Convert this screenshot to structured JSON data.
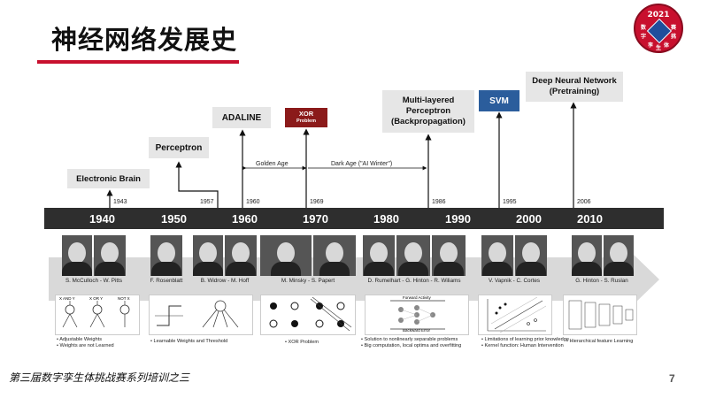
{
  "title": "神经网络发展史",
  "logo": {
    "year": "2021",
    "chars": [
      "数",
      "字",
      "孪",
      "生",
      "体",
      "挑",
      "赛"
    ]
  },
  "milestones": [
    {
      "label": "Electronic Brain",
      "year": "1943"
    },
    {
      "label": "Perceptron",
      "year": "1957"
    },
    {
      "label": "ADALINE",
      "year": "1960"
    },
    {
      "label_line1": "XOR",
      "label_line2": "Problem",
      "year": "1969"
    },
    {
      "label_line1": "Multi-layered",
      "label_line2": "Perceptron",
      "label_line3": "(Backpropagation)",
      "year": "1986"
    },
    {
      "label": "SVM",
      "year": "1995"
    },
    {
      "label_line1": "Deep Neural Network",
      "label_line2": "(Pretraining)",
      "year": "2006"
    }
  ],
  "eras": {
    "golden": "Golden Age",
    "dark": "Dark Age (\"AI Winter\")"
  },
  "decades": [
    "1940",
    "1950",
    "1960",
    "1970",
    "1980",
    "1990",
    "2000",
    "2010"
  ],
  "people": [
    "S. McCulloch - W. Pitts",
    "F. Rosenblatt",
    "B. Widrow - M. Hoff",
    "M. Minsky - S. Papert",
    "D. Rumelhart - G. Hinton - R. Wiliams",
    "V. Vapnik - C. Cortes",
    "G. Hinton - S. Ruslan"
  ],
  "diagram_labels": {
    "and": "X AND Y",
    "or": "X OR Y",
    "not": "NOT X",
    "forward": "Forward Activity",
    "backward": "Backward Error"
  },
  "notes": {
    "n1a": "• Adjustable Weights",
    "n1b": "• Weights are not Learned",
    "n2": "• Learnable Weights and Threshold",
    "n3": "• XOR Problem",
    "n4a": "• Solution to nonlinearly separable problems",
    "n4b": "• Big computation, local optima and overfitting",
    "n5a": "• Limitations of learning prior knowledge",
    "n5b": "• Kernel function: Human Intervention",
    "n6": "• Hierarchical feature Learning"
  },
  "footer": "第三届数字孪生体挑战赛系列培训之三",
  "page_number": "7",
  "colors": {
    "accent": "#c8102e",
    "xor_box": "#8b1a1a",
    "svm_box": "#2b5d9c",
    "timeline": "#2e2e2e",
    "box_gray": "#e6e6e6"
  }
}
